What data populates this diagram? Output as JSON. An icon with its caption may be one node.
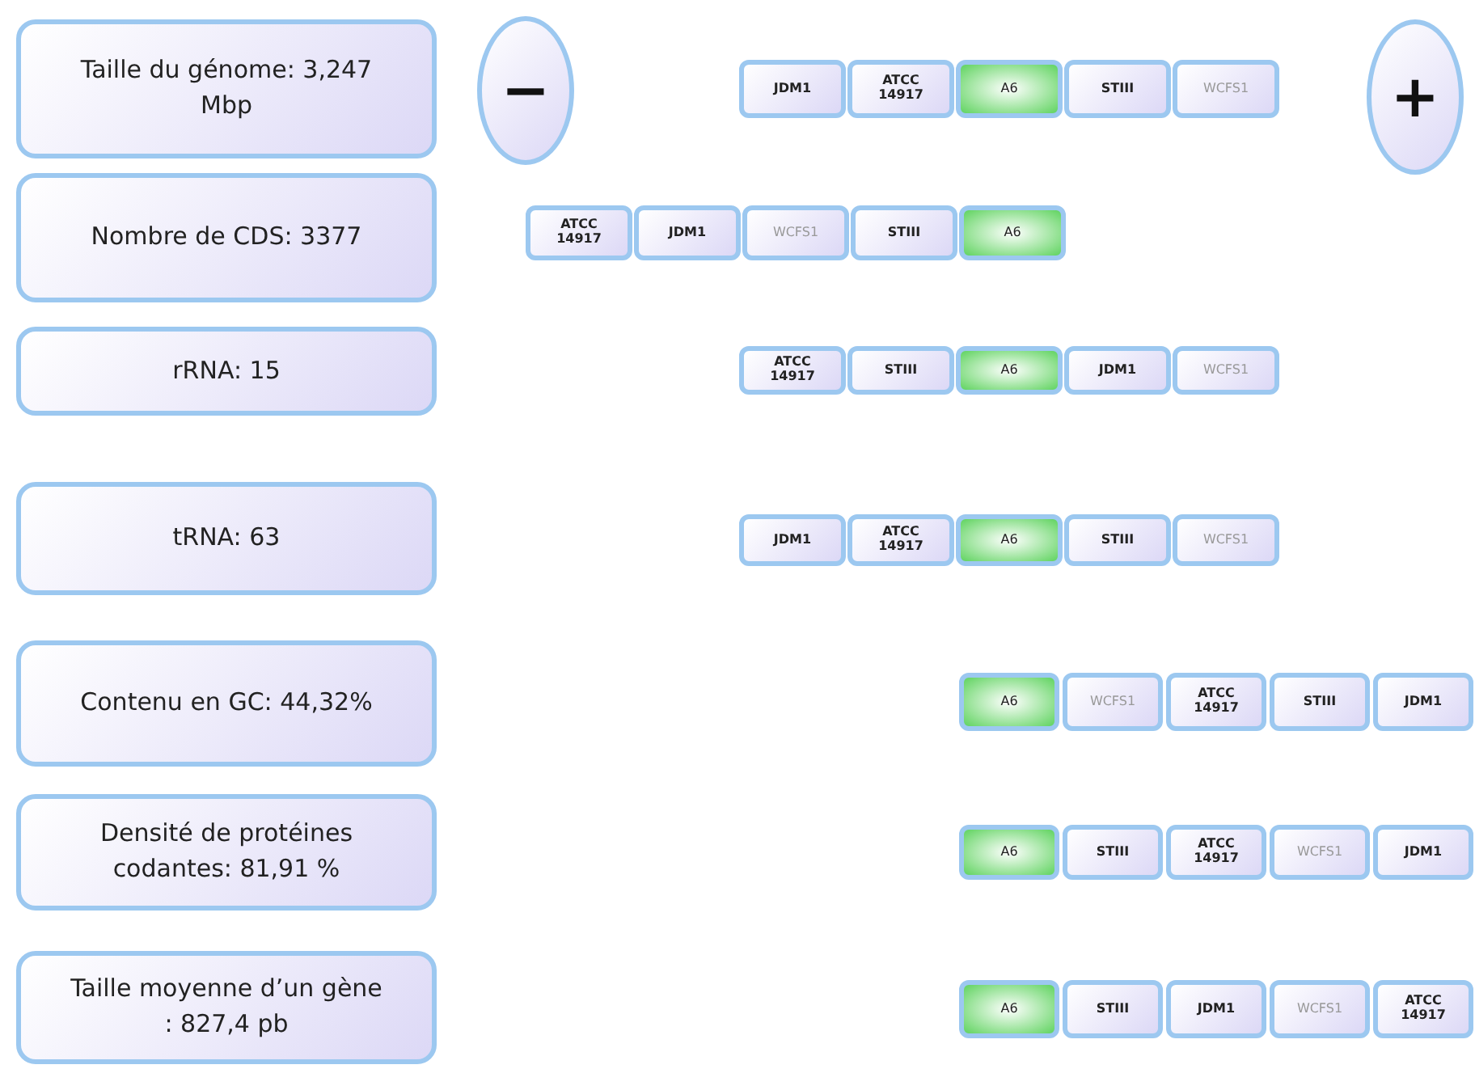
{
  "diagram": {
    "nodes": [
      {
        "text": [
          "Taille du génome: 3,247 Mbp"
        ]
      },
      {
        "text": [
          "−"
        ]
      },
      {
        "text": [
          "JDM1"
        ]
      },
      {
        "text": [
          "ATCC 14917"
        ]
      },
      {
        "text": [
          "A6"
        ]
      },
      {
        "text": [
          "STIII"
        ]
      },
      {
        "text": [
          "WCFS1"
        ]
      },
      {
        "text": [
          "+"
        ]
      },
      {
        "text": [
          "Nombre de CDS: 3377"
        ]
      },
      {
        "text": [
          "ATCC 14917"
        ]
      },
      {
        "text": [
          "JDM1"
        ]
      },
      {
        "text": [
          "WCFS1"
        ]
      },
      {
        "text": [
          "STIII"
        ]
      },
      {
        "text": [
          "A6"
        ]
      },
      {
        "text": [
          "rRNA: 15"
        ]
      },
      {
        "text": [
          "ATCC 14917"
        ]
      },
      {
        "text": [
          "STIII"
        ]
      },
      {
        "text": [
          "A6"
        ]
      },
      {
        "text": [
          "JDM1"
        ]
      },
      {
        "text": [
          "WCFS1"
        ]
      },
      {
        "text": [
          "tRNA: 63"
        ]
      },
      {
        "text": [
          "JDM1"
        ]
      },
      {
        "text": [
          "ATCC 14917"
        ]
      },
      {
        "text": [
          "A6"
        ]
      },
      {
        "text": [
          "STIII"
        ]
      },
      {
        "text": [
          "WCFS1"
        ]
      },
      {
        "text": [
          "Contenu en GC: 44,32%"
        ]
      },
      {
        "text": [
          "A6"
        ]
      },
      {
        "text": [
          "WCFS1"
        ]
      },
      {
        "text": [
          "ATCC 14917"
        ]
      },
      {
        "text": [
          "STIII"
        ]
      },
      {
        "text": [
          "JDM1"
        ]
      },
      {
        "text": [
          "Densité de protéines codantes: 81,91 %"
        ]
      },
      {
        "text": [
          "A6"
        ]
      },
      {
        "text": [
          "STIII"
        ]
      },
      {
        "text": [
          "ATCC 14917"
        ]
      },
      {
        "text": [
          "WCFS1"
        ]
      },
      {
        "text": [
          "JDM1"
        ]
      },
      {
        "text": [
          "Taille moyenne d’un gène : 827,4 pb"
        ]
      },
      {
        "text": [
          "A6"
        ]
      },
      {
        "text": [
          "STIII"
        ]
      },
      {
        "text": [
          "JDM1"
        ]
      },
      {
        "text": [
          "WCFS1"
        ]
      },
      {
        "text": [
          "ATCC 14917"
        ]
      }
    ]
  }
}
